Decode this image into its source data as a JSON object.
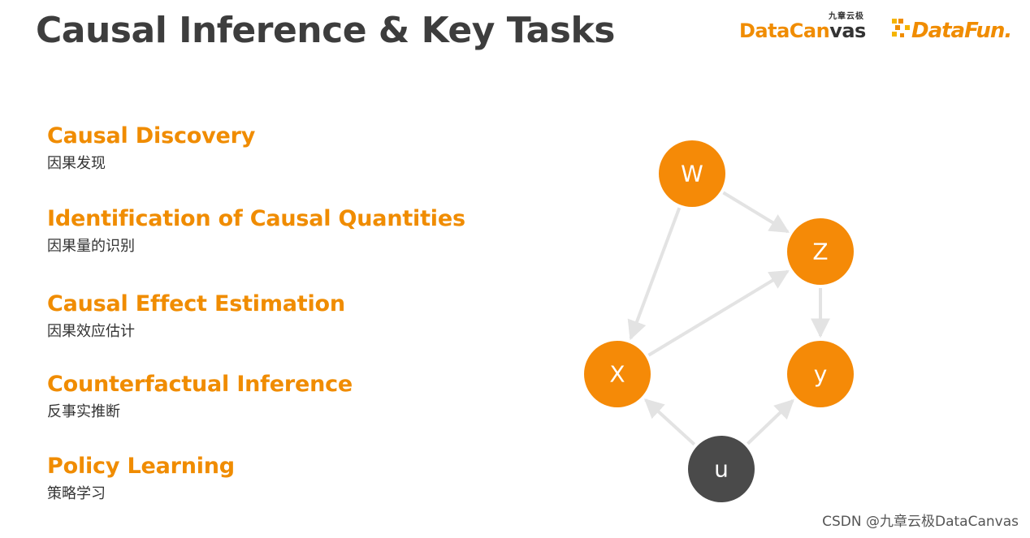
{
  "title": "Causal Inference & Key Tasks",
  "logos": {
    "datacanvas_front": "DataCan",
    "datacanvas_back": "vas",
    "datacanvas_cn": "九章云极",
    "datafun": "DataFun."
  },
  "tasks": [
    {
      "en": "Causal Discovery",
      "cn": "因果发现"
    },
    {
      "en": "Identification of Causal Quantities",
      "cn": "因果量的识别"
    },
    {
      "en": "Causal Effect Estimation",
      "cn": "因果效应估计"
    },
    {
      "en": "Counterfactual Inference",
      "cn": "反事实推断"
    },
    {
      "en": "Policy Learning",
      "cn": "策略学习"
    }
  ],
  "graph": {
    "nodes": [
      {
        "id": "W",
        "label": "W",
        "kind": "observed"
      },
      {
        "id": "Z",
        "label": "Z",
        "kind": "observed"
      },
      {
        "id": "X",
        "label": "X",
        "kind": "observed"
      },
      {
        "id": "y",
        "label": "y",
        "kind": "observed"
      },
      {
        "id": "u",
        "label": "u",
        "kind": "latent"
      }
    ],
    "edges": [
      {
        "from": "W",
        "to": "Z"
      },
      {
        "from": "W",
        "to": "X"
      },
      {
        "from": "X",
        "to": "Z"
      },
      {
        "from": "Z",
        "to": "y"
      },
      {
        "from": "u",
        "to": "X"
      },
      {
        "from": "u",
        "to": "y"
      }
    ],
    "colors": {
      "observed": "#f58a07",
      "latent": "#4a4a4a",
      "edge": "#e3e3e3"
    }
  },
  "watermark": "CSDN @九章云极DataCanvas"
}
